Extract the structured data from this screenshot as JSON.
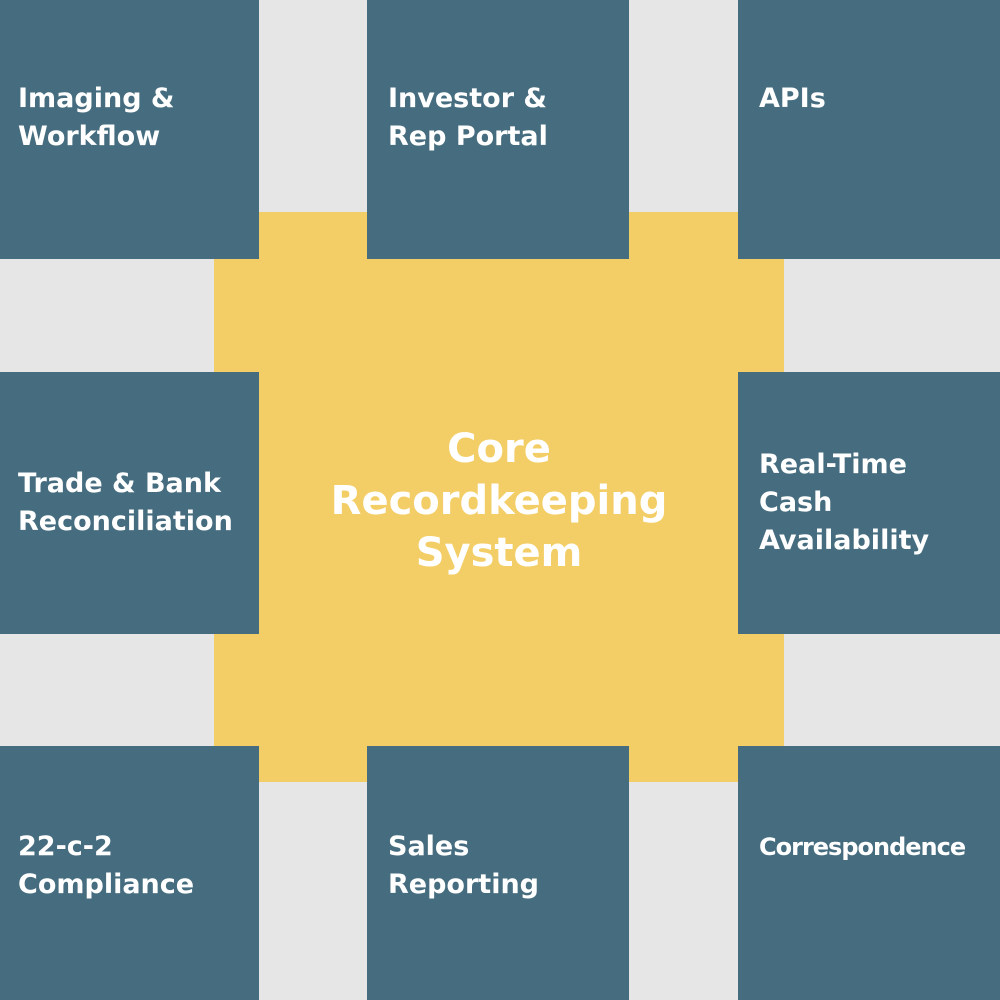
{
  "core": {
    "label": "Core\nRecordkeeping\nSystem"
  },
  "tiles": {
    "top_left": "Imaging &\nWorkflow",
    "top_middle": "Investor &\nRep Portal",
    "top_right": "APIs",
    "middle_left": "Trade & Bank\nReconciliation",
    "middle_right": "Real-Time\nCash\nAvailability",
    "bottom_left": "22-c-2\nCompliance",
    "bottom_middle": "Sales\nReporting",
    "bottom_right": "Correspondence"
  },
  "colors": {
    "background": "#e6e6e7",
    "core": "#f3ce67",
    "tile": "#466d7f",
    "text": "#ffffff"
  }
}
